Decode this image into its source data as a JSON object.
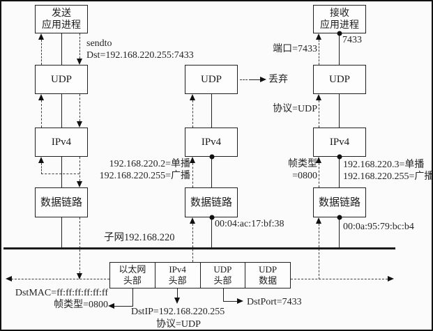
{
  "title": "UDP broadcast datagram flow diagram",
  "sender": {
    "app_line1": "发送",
    "app_line2": "应用进程",
    "udp": "UDP",
    "ipv4": "IPv4",
    "datalink": "数据链路",
    "sendto_line1": "sendto",
    "sendto_line2": "Dst=192.168.220.255:7433"
  },
  "middle_host": {
    "udp": "UDP",
    "ipv4": "IPv4",
    "datalink": "数据链路",
    "discard": "丢弃",
    "ip_unicast": "192.168.220.2=单播",
    "ip_broadcast": "192.168.220.255=广播",
    "mac": "00:04:ac:17:bf:38"
  },
  "receiver": {
    "app_line1": "接收",
    "app_line2": "应用进程",
    "udp": "UDP",
    "ipv4": "IPv4",
    "datalink": "数据链路",
    "port_label": "端口=7433",
    "socket_port": "7433",
    "protocol_label": "协议=UDP",
    "frame_type_line1": "帧类型",
    "frame_type_line2": "=0800",
    "ip_unicast": "192.168.220.3=单播",
    "ip_broadcast": "192.168.220.255=广播",
    "mac": "00:0a:95:79:bc:b4"
  },
  "network": {
    "subnet_label": "子网192.168.220"
  },
  "frame": {
    "cells": [
      {
        "line1": "以太网",
        "line2": "头部"
      },
      {
        "line1": "IPv4",
        "line2": "头部"
      },
      {
        "line1": "UDP",
        "line2": "头部"
      },
      {
        "line1": "UDP",
        "line2": "数据"
      }
    ],
    "dst_mac": "DstMAC=ff:ff:ff:ff:ff:ff",
    "frame_type": "帧类型=0800",
    "dst_ip": "DstIP=192.168.220.255",
    "protocol": "协议=UDP",
    "dst_port": "DstPort=7433"
  },
  "colors": {
    "line": "#1a1a1a",
    "background": "#fbfbfb",
    "box_fill": "#fdfdfd"
  }
}
